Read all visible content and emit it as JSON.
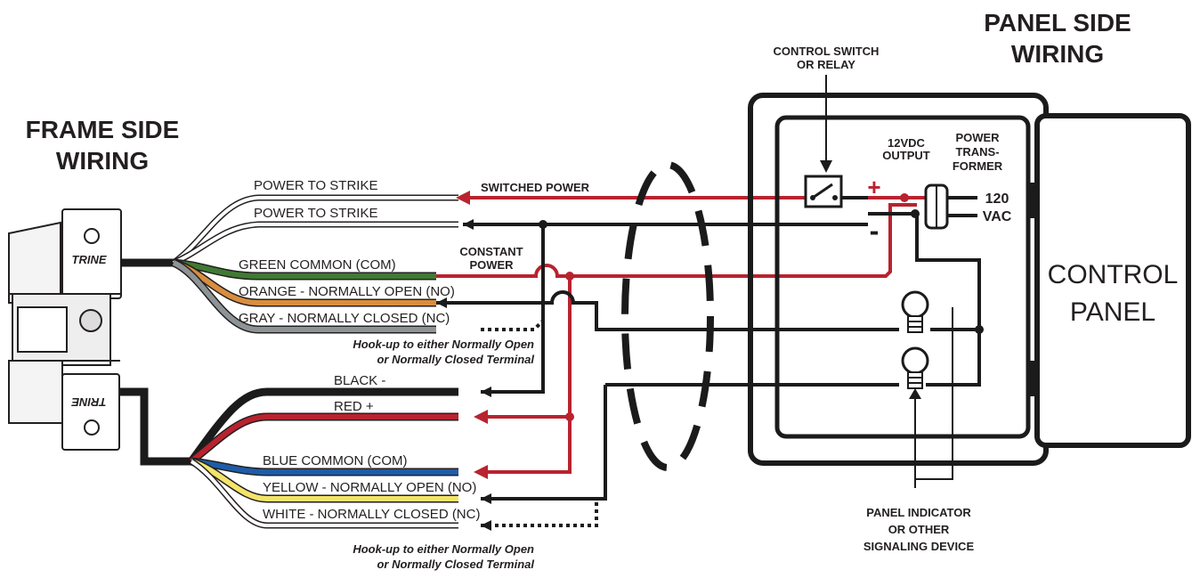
{
  "frame_side": {
    "line1": "FRAME SIDE",
    "line2": "WIRING"
  },
  "panel_side": {
    "line1": "PANEL SIDE",
    "line2": "WIRING"
  },
  "control_switch": {
    "line1": "CONTROL SWITCH",
    "line2": "OR RELAY"
  },
  "dc_output": {
    "line1": "12VDC",
    "line2": "OUTPUT"
  },
  "transformer": {
    "line1": "POWER",
    "line2": "TRANS-",
    "line3": "FORMER"
  },
  "ac_input": {
    "line1": "120",
    "line2": "VAC"
  },
  "control_panel": {
    "line1": "CONTROL",
    "line2": "PANEL"
  },
  "polarity": {
    "plus": "+",
    "minus": "-"
  },
  "switched_power": "SWITCHED POWER",
  "constant_power": {
    "line1": "CONSTANT",
    "line2": "POWER"
  },
  "wires_top": [
    {
      "label": "POWER TO STRIKE",
      "color": "#ffffff"
    },
    {
      "label": "POWER TO STRIKE",
      "color": "#ffffff"
    },
    {
      "label": "GREEN COMMON (COM)",
      "color": "#3f7a33"
    },
    {
      "label": "ORANGE - NORMALLY OPEN (NO)",
      "color": "#d98e3f"
    },
    {
      "label": "GRAY - NORMALLY CLOSED (NC)",
      "color": "#8e9396"
    }
  ],
  "wires_bottom": [
    {
      "label": "BLACK -",
      "color": "#1b1b1b"
    },
    {
      "label": "RED +",
      "color": "#b8232f"
    },
    {
      "label": "BLUE COMMON (COM)",
      "color": "#1e5ca8"
    },
    {
      "label": "YELLOW - NORMALLY OPEN (NO)",
      "color": "#f3e46a"
    },
    {
      "label": "WHITE - NORMALLY CLOSED (NC)",
      "color": "#ffffff"
    }
  ],
  "hookup_note": {
    "line1": "Hook-up to either Normally Open",
    "line2": "or Normally Closed Terminal"
  },
  "panel_indicator": {
    "line1": "PANEL INDICATOR",
    "line2": "OR OTHER",
    "line3": "SIGNALING DEVICE"
  },
  "strike_brand": "TRINE",
  "colors": {
    "ink": "#231f20",
    "power_red": "#b8232f"
  }
}
